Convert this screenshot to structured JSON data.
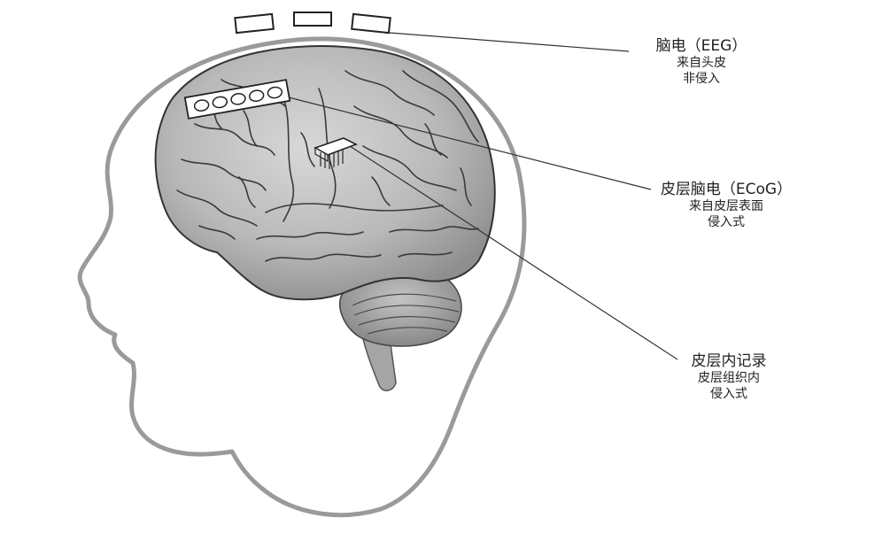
{
  "labels": {
    "eeg": {
      "title": "脑电（EEG）",
      "line1": "来自头皮",
      "line2": "非侵入"
    },
    "ecog": {
      "title": "皮层脑电（ECoG）",
      "line1": "来自皮层表面",
      "line2": "侵入式"
    },
    "intracortical": {
      "title": "皮层内记录",
      "line1": "皮层组织内",
      "line2": "侵入式"
    }
  },
  "colors": {
    "head_outline": "#9a9a9a",
    "brain_fill": "#b8b8b8",
    "brain_sulci": "#3a3a3a",
    "leader_line": "#333333",
    "text": "#222222"
  }
}
